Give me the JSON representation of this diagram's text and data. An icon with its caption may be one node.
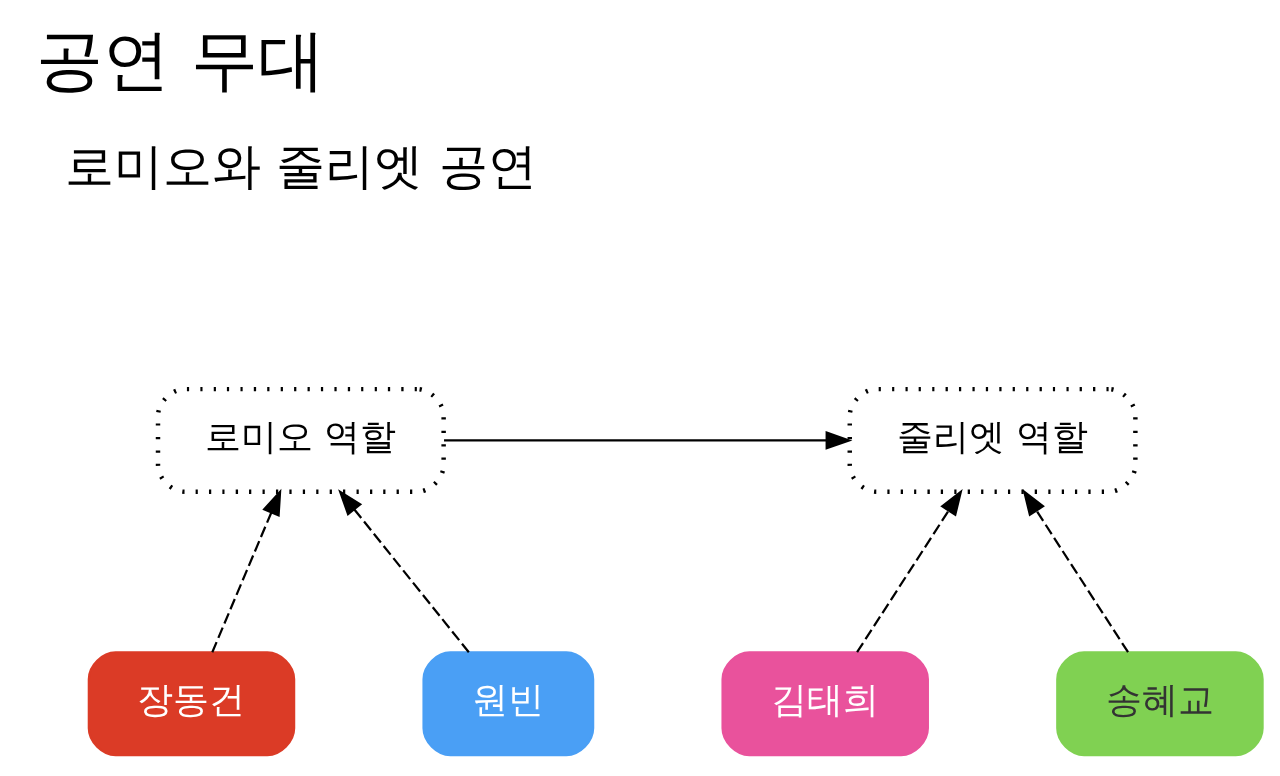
{
  "diagram": {
    "title": "공연 무대",
    "nodes": [
      {
        "text": [
          "로미오 역할"
        ]
      },
      {
        "text": [
          "줄리엣 역할"
        ]
      },
      {
        "text": [
          "장동건"
        ]
      },
      {
        "text": [
          "원빈"
        ]
      },
      {
        "text": [
          "김태희"
        ]
      },
      {
        "text": [
          "송혜교"
        ]
      }
    ],
    "edges": [
      {
        "from": 0,
        "to": 1,
        "arrow": "to"
      },
      {
        "from": 2,
        "to": 0,
        "arrow": "to",
        "style": "dashed"
      },
      {
        "from": 3,
        "to": 0,
        "arrow": "to",
        "style": "dashed"
      },
      {
        "from": 4,
        "to": 1,
        "arrow": "to",
        "style": "dashed"
      },
      {
        "from": 5,
        "to": 1,
        "arrow": "to",
        "style": "dashed"
      }
    ],
    "labels": [
      "로미오와 줄리엣 공연"
    ]
  }
}
